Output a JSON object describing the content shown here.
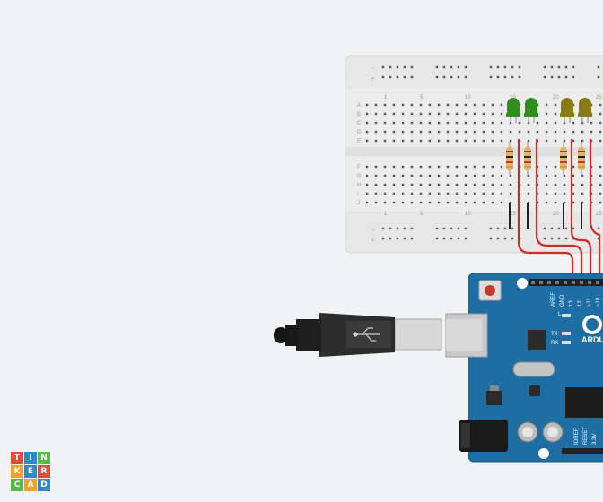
{
  "app": {
    "logo_letters": [
      "T",
      "I",
      "N",
      "K",
      "E",
      "R",
      "C",
      "A",
      "D"
    ]
  },
  "colors": {
    "background": "#f1f2f4",
    "breadboard": "#e8e8e8",
    "arduino_board": "#1f6ea3",
    "wire": "#d12a2a",
    "led_green": "#2f8f1d",
    "led_yellow": "#8a7a12",
    "logo": [
      "#e44b3a",
      "#2f88c8",
      "#58b847",
      "#f0a229",
      "#2f88c8",
      "#e44b3a",
      "#58b847",
      "#f0a229",
      "#2f88c8"
    ]
  },
  "breadboard": {
    "rail_minus": "−",
    "rail_plus": "+",
    "rows_top": [
      "A",
      "B",
      "C",
      "D",
      "E"
    ],
    "rows_bottom": [
      "F",
      "G",
      "H",
      "I",
      "J"
    ],
    "column_numbers": [
      "1",
      "5",
      "10",
      "15",
      "20",
      "25"
    ]
  },
  "arduino": {
    "brand": "ARDU",
    "pin_labels": [
      "AREF",
      "GND",
      "13",
      "12",
      "~11",
      "~10"
    ],
    "led_labels": [
      "L",
      "TX",
      "RX"
    ],
    "power_labels": [
      "IOREF",
      "RESET",
      "3.3V"
    ]
  },
  "components": {
    "leds": [
      {
        "color": "green"
      },
      {
        "color": "green"
      },
      {
        "color": "yellow"
      },
      {
        "color": "yellow"
      }
    ],
    "resistors": 4,
    "usb_cable": "usb-b",
    "usb_icon": "usb-icon"
  }
}
